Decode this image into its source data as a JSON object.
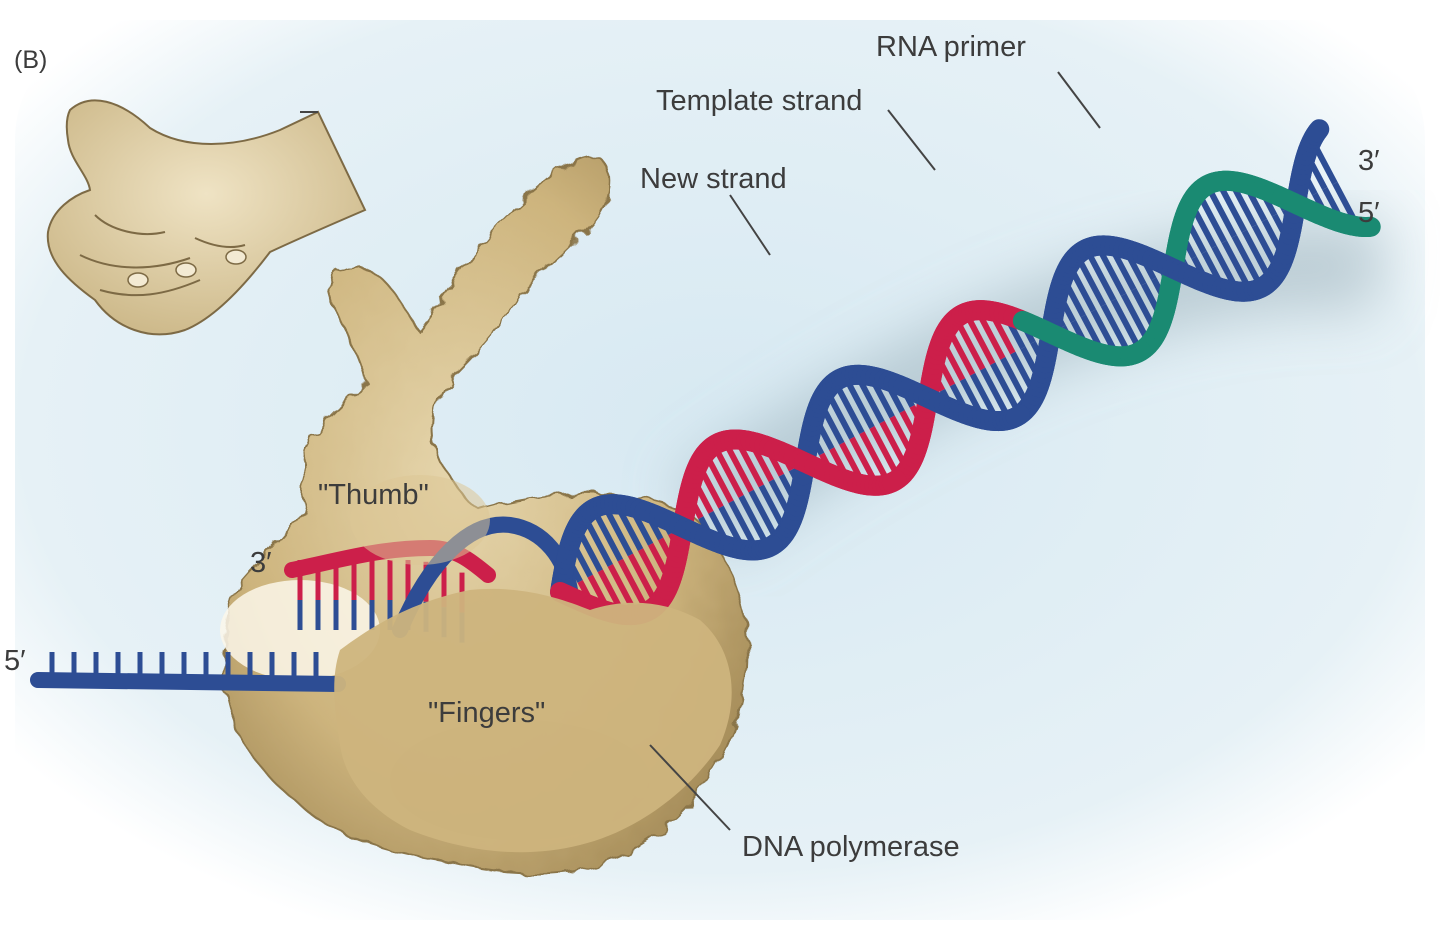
{
  "panel_label": "(B)",
  "labels": {
    "rna_primer": "RNA primer",
    "template_strand": "Template strand",
    "new_strand": "New strand",
    "thumb": "\"Thumb\"",
    "fingers": "\"Fingers\"",
    "dna_polymerase": "DNA polymerase",
    "end_3_left": "3′",
    "end_5_left": "5′",
    "end_3_right": "3′",
    "end_5_right": "5′"
  },
  "colors": {
    "template_strand": "#2d4d94",
    "new_strand": "#cc1f4a",
    "rna_primer": "#1a8a72",
    "polymerase": "#c9b07a",
    "background": "#dcecf4"
  }
}
